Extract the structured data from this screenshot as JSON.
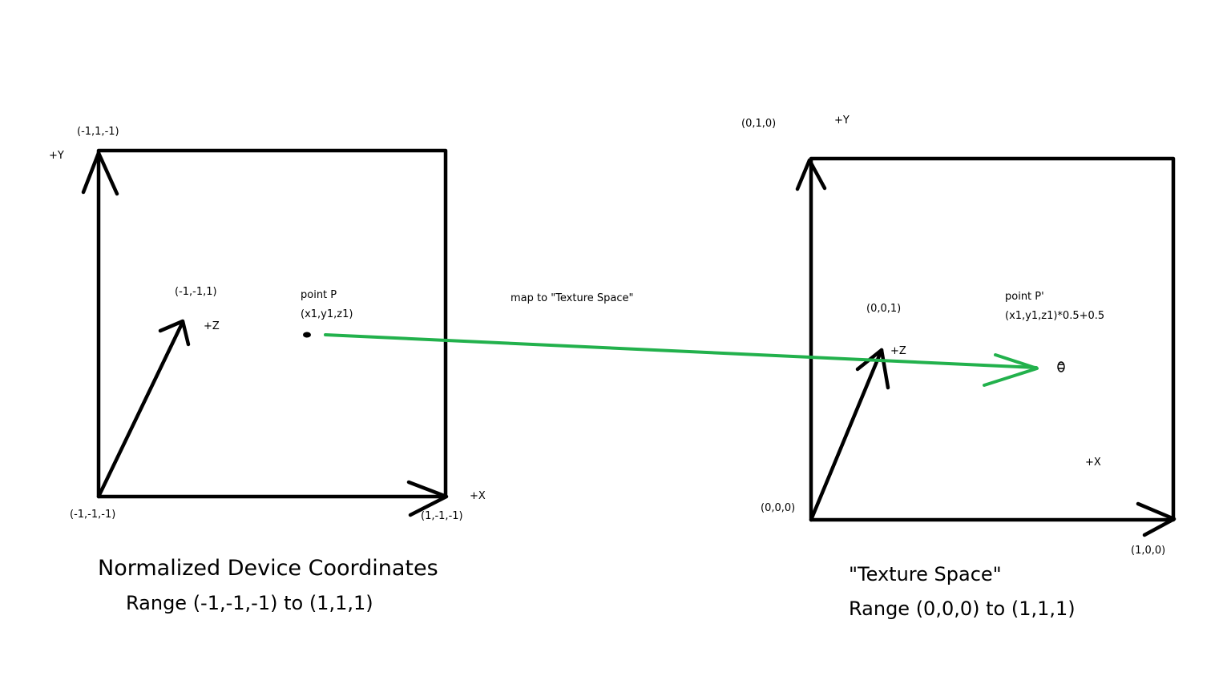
{
  "ndc": {
    "corner_top_left": "(-1,1,-1)",
    "axis_y": "+Y",
    "corner_origin": "(-1,-1,-1)",
    "corner_x_end": "(1,-1,-1)",
    "axis_x": "+X",
    "z_end": "(-1,-1,1)",
    "axis_z": "+Z",
    "point_label": "point P",
    "point_coords": "(x1,y1,z1)",
    "title": "Normalized Device Coordinates",
    "range": "Range (-1,-1,-1) to (1,1,1)"
  },
  "mapping": {
    "label": "map to \"Texture Space\"",
    "arrow_color": "#22b14c"
  },
  "texture": {
    "corner_top_left": "(0,1,0)",
    "axis_y": "+Y",
    "z_end": "(0,0,1)",
    "axis_z": "+Z",
    "point_label": "point P'",
    "point_coords": "(x1,y1,z1)*0.5+0.5",
    "axis_x": "+X",
    "corner_origin": "(0,0,0)",
    "corner_x_end": "(1,0,0)",
    "title": "\"Texture Space\"",
    "range": "Range (0,0,0) to (1,1,1)"
  }
}
